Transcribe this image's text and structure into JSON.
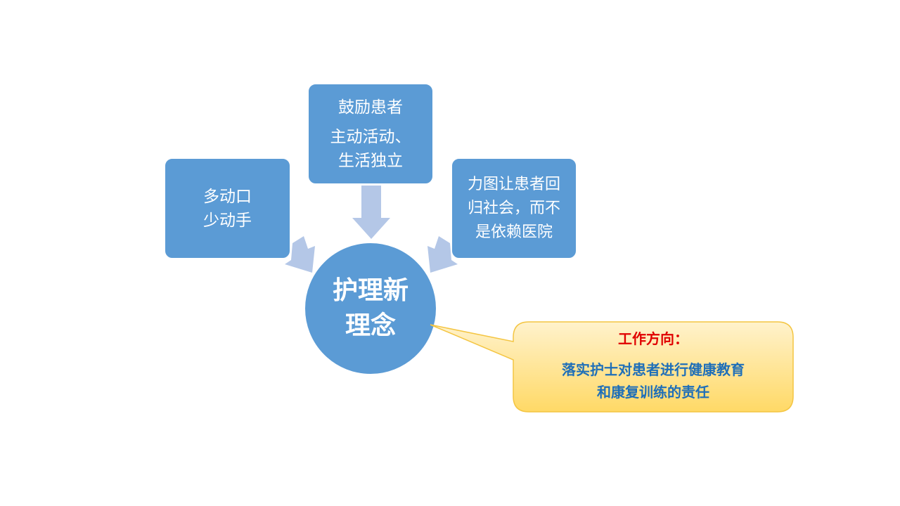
{
  "diagram": {
    "center": {
      "lines": [
        "护理新",
        "理念"
      ]
    },
    "left_box": {
      "lines": [
        "多动口",
        "少动手"
      ]
    },
    "top_box": {
      "lines": [
        "鼓励患者",
        "主动活动、",
        "生活独立"
      ]
    },
    "right_box": {
      "lines": [
        "力图让患者回",
        "归社会，而不",
        "是依赖医院"
      ]
    },
    "callout": {
      "title": "工作方向：",
      "body_lines": [
        "落实护士对患者进行健康教育",
        "和康复训练的责任"
      ]
    }
  },
  "colors": {
    "box_fill": "#5b9bd5",
    "arrow_fill": "#b4c7e7",
    "callout_fill_top": "#fff2cc",
    "callout_fill_bottom": "#ffd966",
    "callout_border": "#f4c542",
    "callout_title": "#e00000",
    "callout_body": "#1f6fb8"
  }
}
